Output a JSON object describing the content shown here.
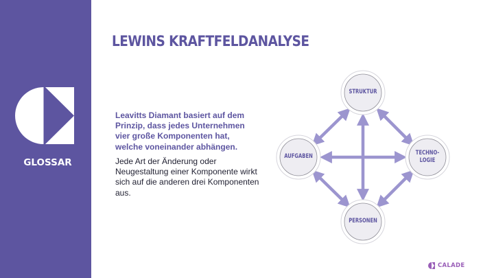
{
  "sidebar": {
    "section_label": "GLOSSAR",
    "background_color": "#5d55a0"
  },
  "slide": {
    "title": "LEWINS KRAFTFELDANALYSE",
    "lead_text": "Leavitts Diamant basiert auf dem Prinzip, dass jedes Unternehmen vier große Komponenten hat, welche voneinander abhängen.",
    "body_text": "Jede Art der Änderung oder Neugestaltung einer Komponente wirkt sich auf die anderen drei Komponenten aus.",
    "accent_color": "#5d55a0"
  },
  "diagram": {
    "nodes": [
      {
        "id": "struktur",
        "label": "STRUKTUR",
        "position": "top"
      },
      {
        "id": "aufgaben",
        "label": "AUFGABEN",
        "position": "left"
      },
      {
        "id": "technologie",
        "label_line1": "TECHNO-",
        "label_line2": "LOGIE",
        "position": "right"
      },
      {
        "id": "personen",
        "label": "PERSONEN",
        "position": "bottom"
      }
    ],
    "arrow_color": "#9c95cf",
    "node_fill": "#eeedf2"
  },
  "footer": {
    "brand": "CALADE"
  }
}
